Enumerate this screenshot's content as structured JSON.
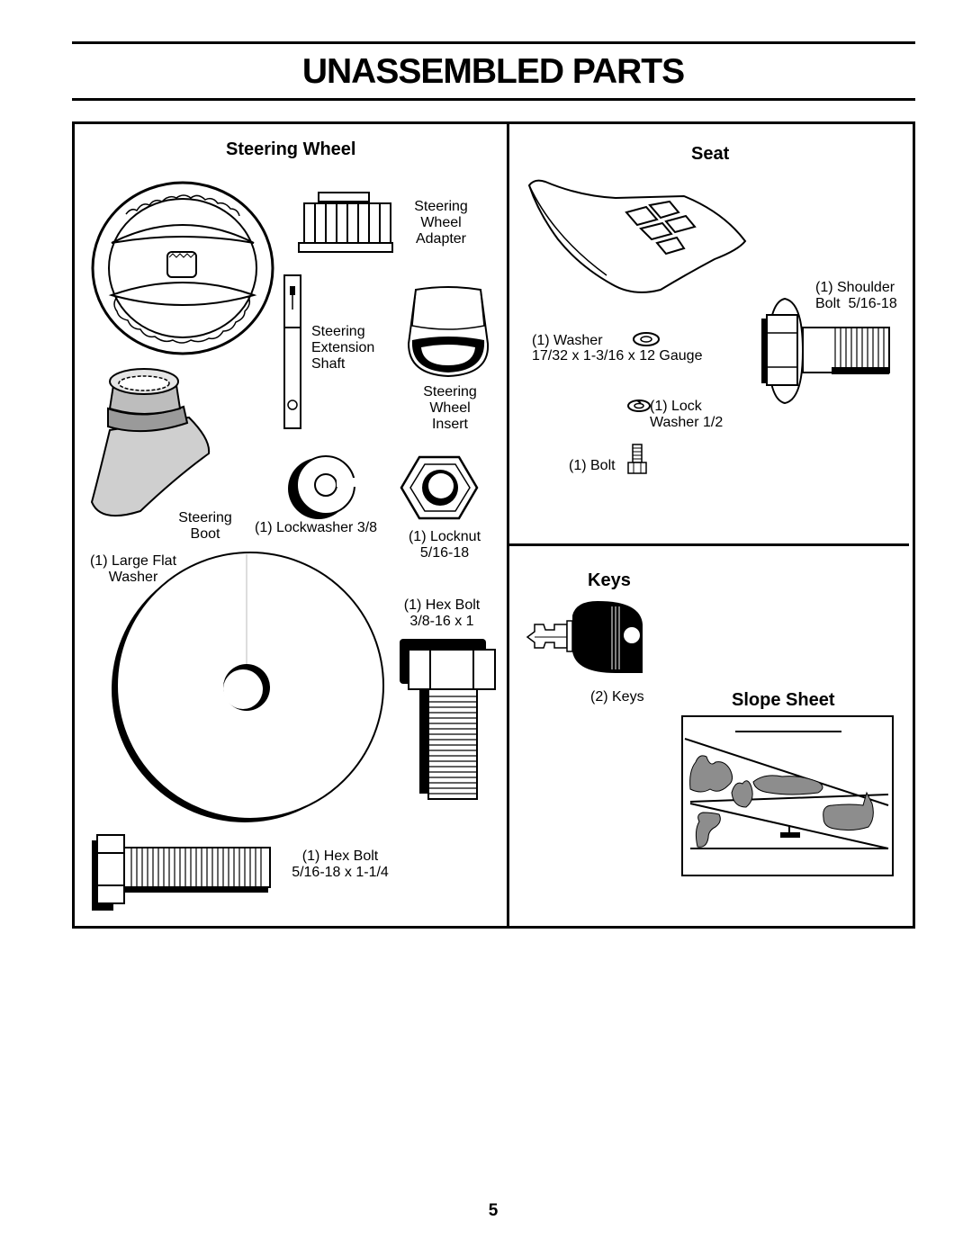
{
  "page": {
    "title": "UNASSEMBLED PARTS",
    "page_number": "5"
  },
  "steering_wheel": {
    "heading": "Steering Wheel",
    "adapter_label": "Steering\nWheel\nAdapter",
    "shaft_label": "Steering\nExtension\nShaft",
    "insert_label": "Steering\nWheel\nInsert",
    "boot_label": "Steering\nBoot",
    "lockwasher_label": "(1) Lockwasher 3/8",
    "locknut_label": "(1) Locknut\n5/16-18",
    "flat_washer_label": "(1) Large Flat\nWasher",
    "hex_bolt_1_label": "(1) Hex Bolt\n3/8-16 x 1",
    "hex_bolt_2_label": "(1) Hex Bolt\n5/16-18 x 1-1/4"
  },
  "seat": {
    "heading": "Seat",
    "shoulder_bolt_label": "(1) Shoulder\nBolt  5/16-18",
    "washer_label": "(1) Washer",
    "washer_spec": "17/32 x 1-3/16 x 12 Gauge",
    "lock_washer_label": "(1) Lock\nWasher 1/2",
    "bolt_label": "(1) Bolt"
  },
  "keys": {
    "heading": "Keys",
    "keys_label": "(2) Keys"
  },
  "slope_sheet": {
    "heading": "Slope Sheet"
  },
  "icons": {
    "steering_wheel": "steering-wheel-icon",
    "adapter": "wheel-adapter-icon",
    "shaft": "extension-shaft-icon",
    "insert": "wheel-insert-icon",
    "boot": "steering-boot-icon",
    "lockwasher": "lockwasher-icon",
    "locknut": "locknut-icon",
    "flat_washer": "flat-washer-icon",
    "hex_bolt": "hex-bolt-icon",
    "seat": "seat-icon",
    "key": "key-icon"
  }
}
